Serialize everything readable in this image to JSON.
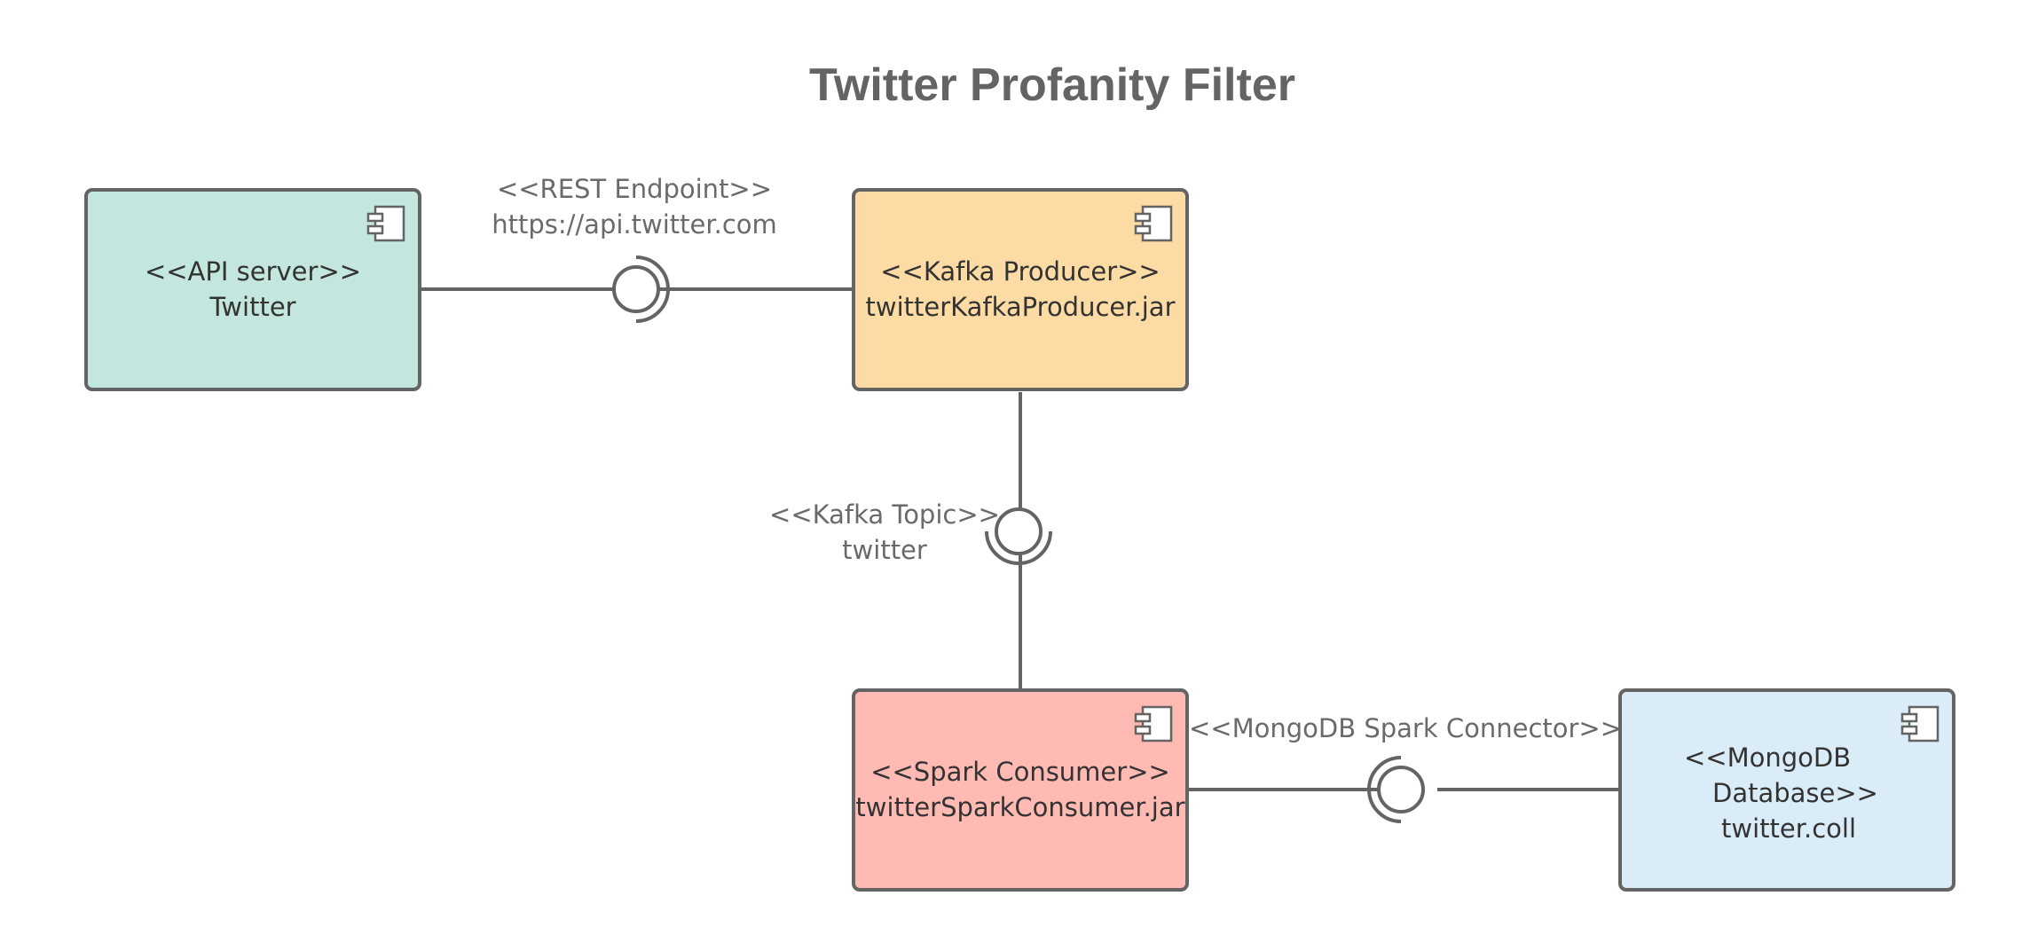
{
  "title": "Twitter Profanity Filter",
  "colors": {
    "api_fill": "#c3e6de",
    "producer_fill": "#fddba5",
    "consumer_fill": "#ffbab3",
    "mongo_fill": "#d9ecf8",
    "stroke": "#646464"
  },
  "components": {
    "api_server": {
      "stereotype": "<<API server>>",
      "name": "Twitter"
    },
    "kafka_producer": {
      "stereotype": "<<Kafka Producer>>",
      "name": "twitterKafkaProducer.jar"
    },
    "spark_consumer": {
      "stereotype": "<<Spark Consumer>>",
      "name": "twitterSparkConsumer.jar"
    },
    "mongodb": {
      "stereotype_line1": "<<MongoDB",
      "stereotype_line2": "Database>>",
      "name": "twitter.coll"
    }
  },
  "interfaces": {
    "rest": {
      "stereotype": "<<REST Endpoint>>",
      "name": "https://api.twitter.com"
    },
    "kafka_topic": {
      "stereotype": "<<Kafka Topic>>",
      "name": "twitter"
    },
    "mongo_connector": {
      "stereotype": "<<MongoDB Spark Connector>>"
    }
  },
  "icons": {
    "component": "uml-component-icon",
    "provided": "lollipop-icon",
    "required": "socket-icon"
  }
}
